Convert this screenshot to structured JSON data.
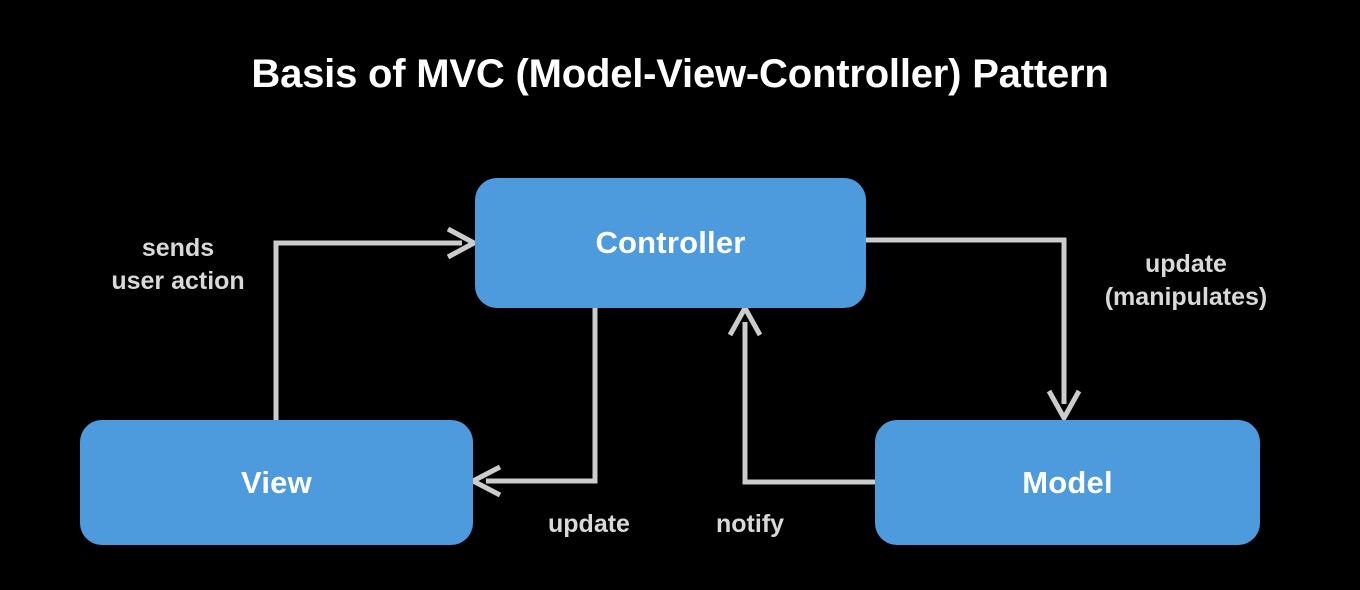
{
  "title": "Basis of MVC (Model-View-Controller) Pattern",
  "colors": {
    "background": "#000000",
    "node_fill": "#4d9add",
    "node_text": "#ffffff",
    "title_text": "#ffffff",
    "edge_line": "#cccccc",
    "edge_label_text": "#d9d9d9"
  },
  "nodes": [
    {
      "id": "controller",
      "label": "Controller"
    },
    {
      "id": "view",
      "label": "View"
    },
    {
      "id": "model",
      "label": "Model"
    }
  ],
  "edges": [
    {
      "id": "view-to-controller",
      "from": "view",
      "to": "controller",
      "label_line1": "sends",
      "label_line2": "user action"
    },
    {
      "id": "controller-to-model",
      "from": "controller",
      "to": "model",
      "label_line1": "update",
      "label_line2": "(manipulates)"
    },
    {
      "id": "controller-to-view",
      "from": "controller",
      "to": "view",
      "label_line1": "update",
      "label_line2": ""
    },
    {
      "id": "model-to-controller",
      "from": "model",
      "to": "controller",
      "label_line1": "notify",
      "label_line2": ""
    }
  ]
}
